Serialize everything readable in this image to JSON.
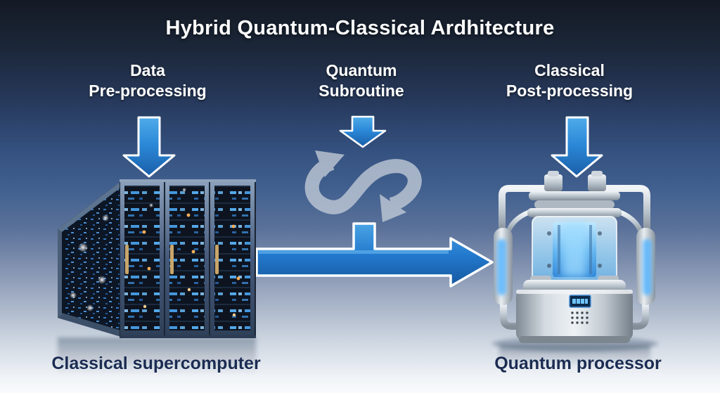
{
  "title": "Hybrid Quantum-Classical Ardhitecture",
  "stages": {
    "preprocessing": {
      "line1": "Data",
      "line2": "Pre-processing"
    },
    "subroutine": {
      "line1": "Quantum",
      "line2": "Subroutine"
    },
    "postprocessing": {
      "line1": "Classical",
      "line2": "Post-processing"
    }
  },
  "devices": {
    "classical": "Classical supercomputer",
    "quantum": "Quantum processor"
  },
  "icons": {
    "down_arrow": "blue filled down-arrow with white outline",
    "loop_arrows": "gray S-shaped cycle/loop arrows",
    "flow_arrow": "large blue left-to-right arrow with white outline and top stub"
  },
  "colors": {
    "arrow_blue_light": "#46a3e6",
    "arrow_blue_dark": "#1a5ea8",
    "arrow_outline": "#ffffff",
    "loop_gray": "#c3ccd8",
    "title_text": "#ffffff",
    "caption_text": "#1b2c52",
    "bg_top": "#141a24",
    "bg_mid": "#41608f",
    "bg_bottom": "#f8fafc",
    "server_led_blue": "#5cb8ff",
    "server_led_amber": "#ffb057",
    "cryostat_glow": "#59b6ff"
  }
}
